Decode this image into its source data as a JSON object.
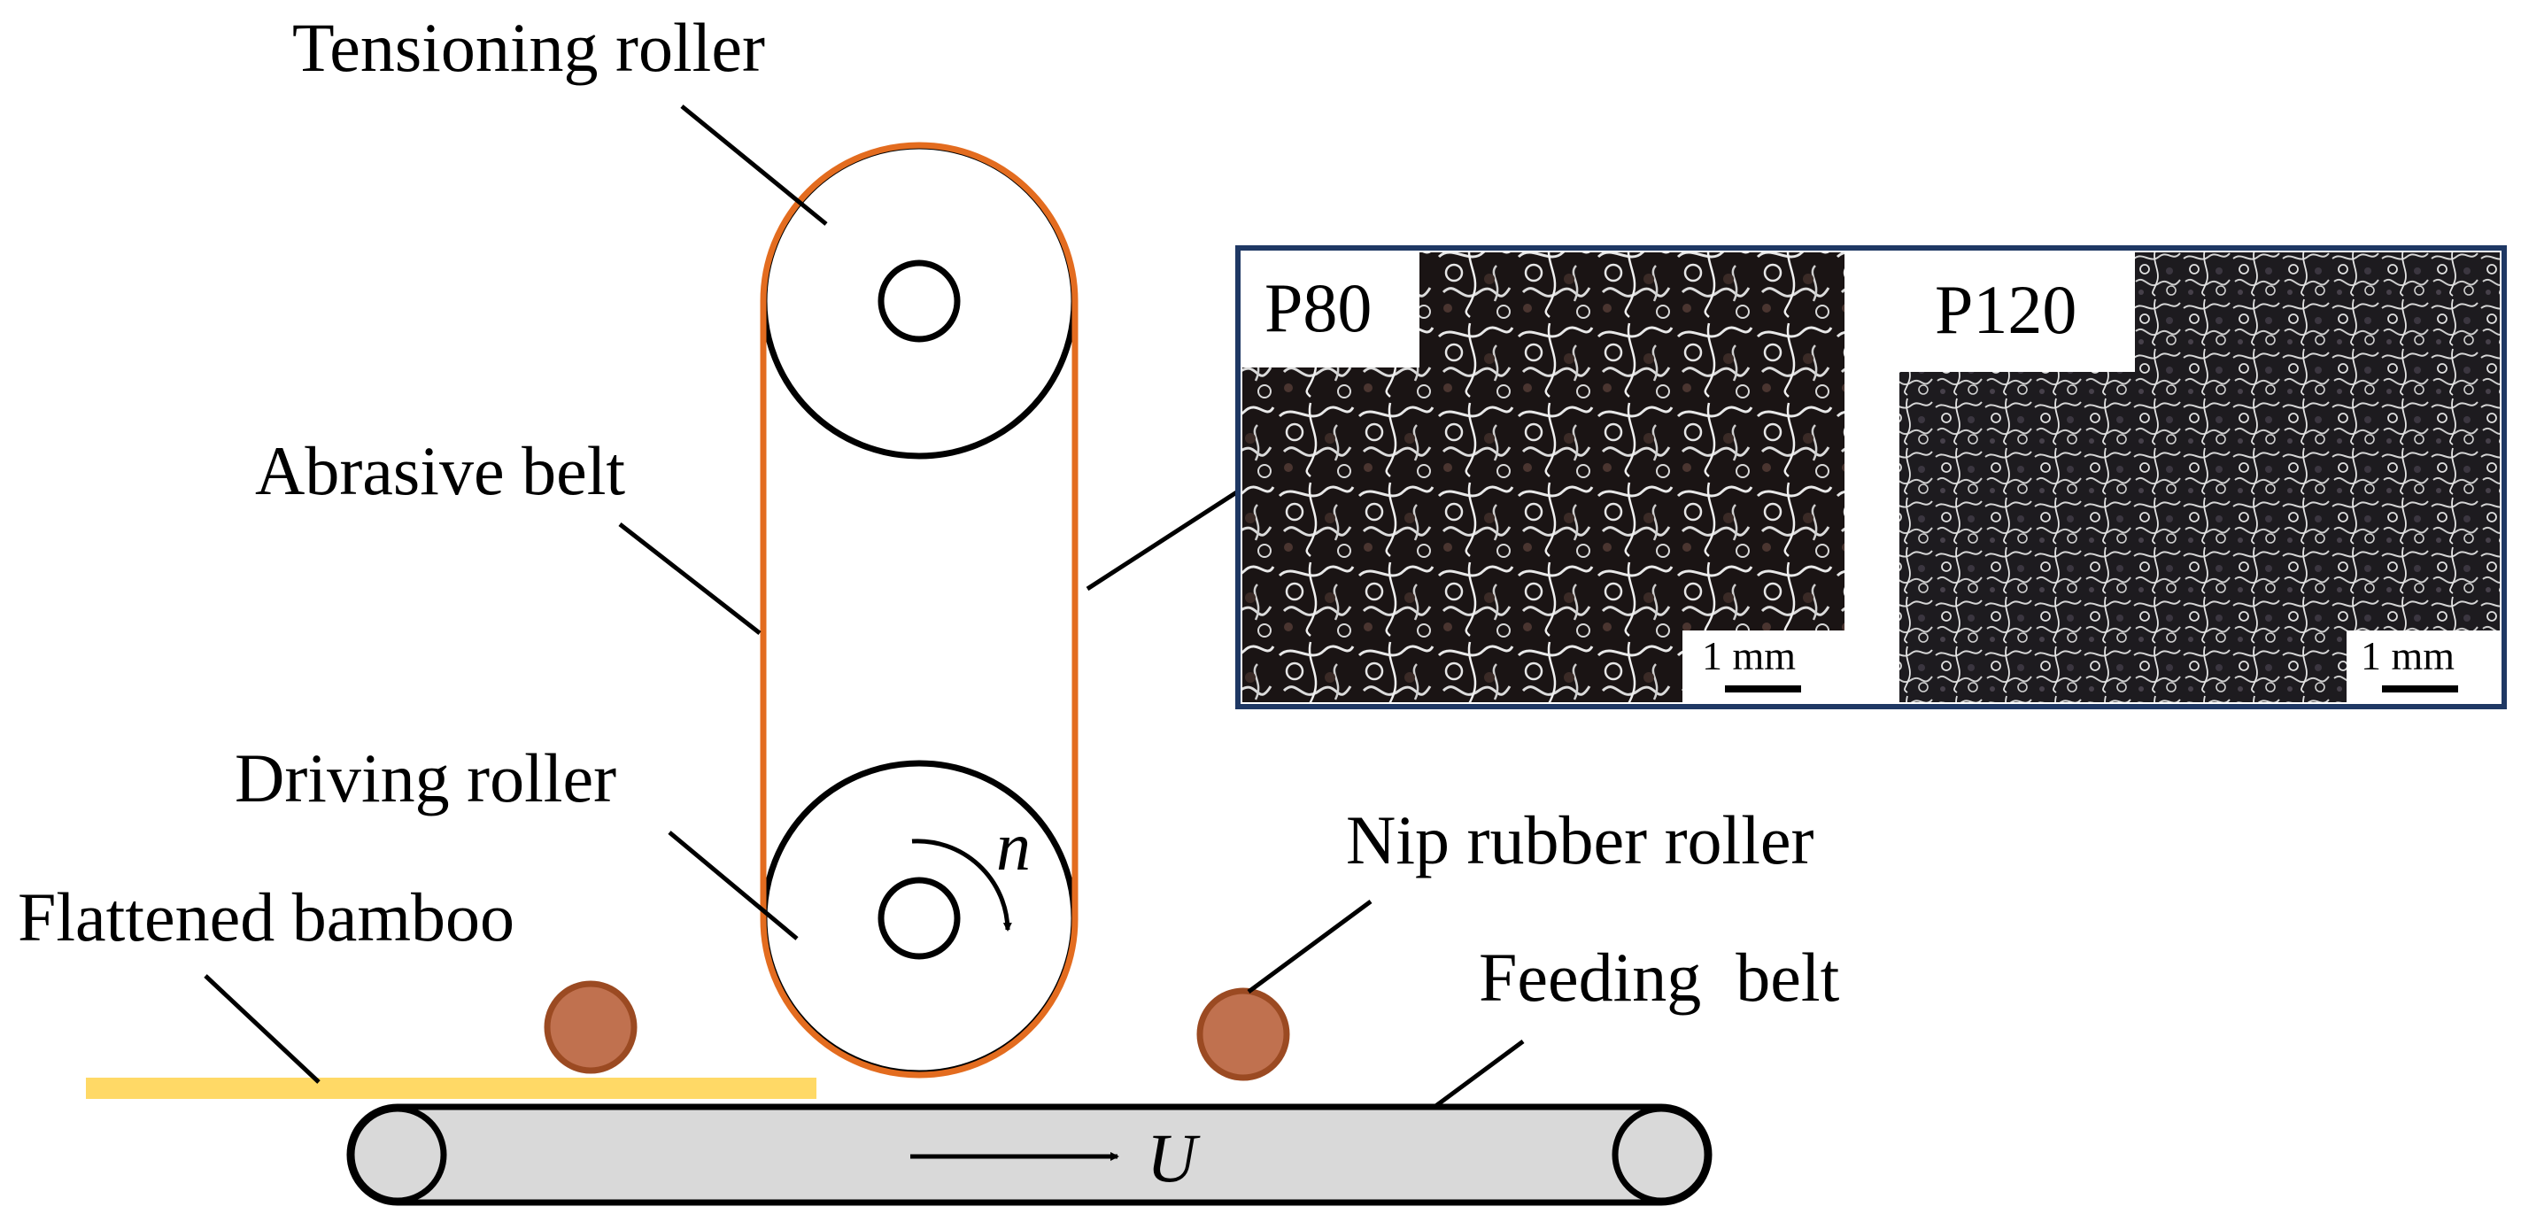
{
  "labels": {
    "tensioning_roller": "Tensioning roller",
    "abrasive_belt": "Abrasive belt",
    "driving_roller": "Driving roller",
    "flattened_bamboo": "Flattened bamboo",
    "nip_rubber_roller": "Nip rubber roller",
    "feeding_belt": "Feeding  belt",
    "rotation_symbol": "n",
    "feed_speed_symbol": "U"
  },
  "inset": {
    "left_grade": "P80",
    "right_grade": "P120",
    "left_scale": "1 mm",
    "right_scale": "1 mm"
  },
  "colors": {
    "abrasive_belt": "#E36C1F",
    "nip_roller_fill": "#C0714F",
    "nip_roller_stroke": "#9B4A22",
    "bamboo": "#FFD966",
    "feeding_belt_fill": "#D9D9D9",
    "inset_border": "#1F3864"
  }
}
